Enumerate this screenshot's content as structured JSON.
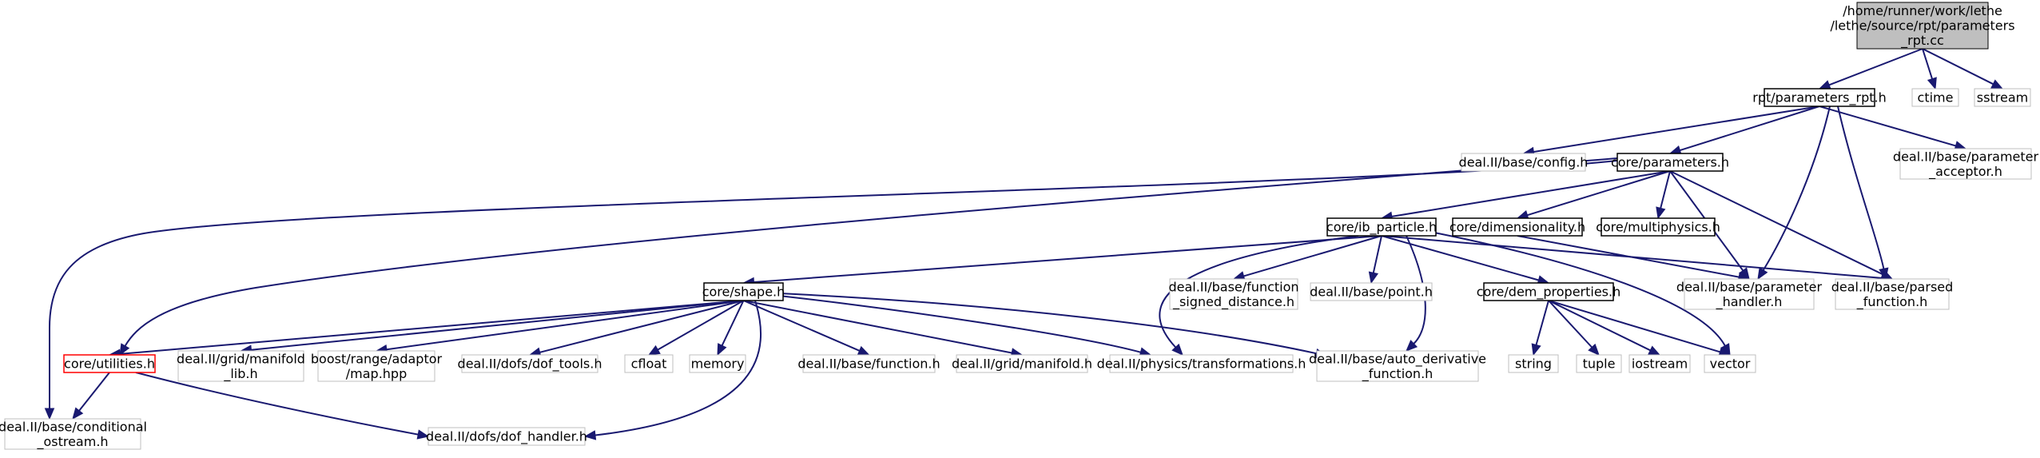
{
  "colors": {
    "edge": "#191970",
    "box_root_fill": "#bfbfbf",
    "box_documented_border": "#000000",
    "box_undocumented_border": "#bfbfbf",
    "box_highlight_border": "#ff0000",
    "text": "#000000"
  },
  "nodes": [
    {
      "id": "root",
      "lines": [
        "/home/runner/work/lethe",
        "/lethe/source/rpt/parameters",
        "_rpt.cc"
      ],
      "style": "root"
    },
    {
      "id": "rpt_params",
      "lines": [
        "rpt/parameters_rpt.h"
      ],
      "style": "documented"
    },
    {
      "id": "ctime",
      "lines": [
        "ctime"
      ],
      "style": "undocumented"
    },
    {
      "id": "sstream",
      "lines": [
        "sstream"
      ],
      "style": "undocumented"
    },
    {
      "id": "config",
      "lines": [
        "deal.II/base/config.h"
      ],
      "style": "undocumented"
    },
    {
      "id": "core_params",
      "lines": [
        "core/parameters.h"
      ],
      "style": "documented"
    },
    {
      "id": "param_acceptor",
      "lines": [
        "deal.II/base/parameter",
        "_acceptor.h"
      ],
      "style": "undocumented"
    },
    {
      "id": "ib_particle",
      "lines": [
        "core/ib_particle.h"
      ],
      "style": "documented"
    },
    {
      "id": "dimensionality",
      "lines": [
        "core/dimensionality.h"
      ],
      "style": "documented"
    },
    {
      "id": "multiphysics",
      "lines": [
        "core/multiphysics.h"
      ],
      "style": "documented"
    },
    {
      "id": "param_handler",
      "lines": [
        "deal.II/base/parameter",
        "_handler.h"
      ],
      "style": "undocumented"
    },
    {
      "id": "parsed_function",
      "lines": [
        "deal.II/base/parsed",
        "_function.h"
      ],
      "style": "undocumented"
    },
    {
      "id": "shape",
      "lines": [
        "core/shape.h"
      ],
      "style": "documented"
    },
    {
      "id": "func_sd",
      "lines": [
        "deal.II/base/function",
        "_signed_distance.h"
      ],
      "style": "undocumented"
    },
    {
      "id": "point",
      "lines": [
        "deal.II/base/point.h"
      ],
      "style": "undocumented"
    },
    {
      "id": "dem_props",
      "lines": [
        "core/dem_properties.h"
      ],
      "style": "documented"
    },
    {
      "id": "utilities",
      "lines": [
        "core/utilities.h"
      ],
      "style": "highlight"
    },
    {
      "id": "manifold_lib",
      "lines": [
        "deal.II/grid/manifold",
        "_lib.h"
      ],
      "style": "undocumented"
    },
    {
      "id": "boost_map",
      "lines": [
        "boost/range/adaptor",
        "/map.hpp"
      ],
      "style": "undocumented"
    },
    {
      "id": "dof_tools",
      "lines": [
        "deal.II/dofs/dof_tools.h"
      ],
      "style": "undocumented"
    },
    {
      "id": "cfloat",
      "lines": [
        "cfloat"
      ],
      "style": "undocumented"
    },
    {
      "id": "memory",
      "lines": [
        "memory"
      ],
      "style": "undocumented"
    },
    {
      "id": "function",
      "lines": [
        "deal.II/base/function.h"
      ],
      "style": "undocumented"
    },
    {
      "id": "manifold",
      "lines": [
        "deal.II/grid/manifold.h"
      ],
      "style": "undocumented"
    },
    {
      "id": "transformations",
      "lines": [
        "deal.II/physics/transformations.h"
      ],
      "style": "undocumented"
    },
    {
      "id": "auto_deriv",
      "lines": [
        "deal.II/base/auto_derivative",
        "_function.h"
      ],
      "style": "undocumented"
    },
    {
      "id": "string",
      "lines": [
        "string"
      ],
      "style": "undocumented"
    },
    {
      "id": "tuple",
      "lines": [
        "tuple"
      ],
      "style": "undocumented"
    },
    {
      "id": "iostream",
      "lines": [
        "iostream"
      ],
      "style": "undocumented"
    },
    {
      "id": "vector",
      "lines": [
        "vector"
      ],
      "style": "undocumented"
    },
    {
      "id": "cond_ostream",
      "lines": [
        "deal.II/base/conditional",
        "_ostream.h"
      ],
      "style": "undocumented"
    },
    {
      "id": "dof_handler",
      "lines": [
        "deal.II/dofs/dof_handler.h"
      ],
      "style": "undocumented"
    }
  ],
  "edges": [
    {
      "from": "root",
      "to": "rpt_params"
    },
    {
      "from": "root",
      "to": "ctime"
    },
    {
      "from": "root",
      "to": "sstream"
    },
    {
      "from": "rpt_params",
      "to": "config"
    },
    {
      "from": "rpt_params",
      "to": "core_params"
    },
    {
      "from": "rpt_params",
      "to": "param_acceptor"
    },
    {
      "from": "rpt_params",
      "to": "param_handler"
    },
    {
      "from": "rpt_params",
      "to": "parsed_function"
    },
    {
      "from": "core_params",
      "to": "ib_particle"
    },
    {
      "from": "core_params",
      "to": "dimensionality"
    },
    {
      "from": "core_params",
      "to": "multiphysics"
    },
    {
      "from": "core_params",
      "to": "param_handler"
    },
    {
      "from": "core_params",
      "to": "parsed_function"
    },
    {
      "from": "core_params",
      "to": "utilities"
    },
    {
      "from": "core_params",
      "to": "cond_ostream"
    },
    {
      "from": "dimensionality",
      "to": "param_handler"
    },
    {
      "from": "ib_particle",
      "to": "shape"
    },
    {
      "from": "ib_particle",
      "to": "func_sd"
    },
    {
      "from": "ib_particle",
      "to": "point"
    },
    {
      "from": "ib_particle",
      "to": "dem_props"
    },
    {
      "from": "ib_particle",
      "to": "parsed_function"
    },
    {
      "from": "ib_particle",
      "to": "vector"
    },
    {
      "from": "ib_particle",
      "to": "transformations"
    },
    {
      "from": "ib_particle",
      "to": "auto_deriv"
    },
    {
      "from": "shape",
      "to": "utilities"
    },
    {
      "from": "shape",
      "to": "manifold_lib"
    },
    {
      "from": "shape",
      "to": "boost_map"
    },
    {
      "from": "shape",
      "to": "dof_tools"
    },
    {
      "from": "shape",
      "to": "cfloat"
    },
    {
      "from": "shape",
      "to": "memory"
    },
    {
      "from": "shape",
      "to": "function"
    },
    {
      "from": "shape",
      "to": "manifold"
    },
    {
      "from": "shape",
      "to": "transformations"
    },
    {
      "from": "shape",
      "to": "auto_deriv"
    },
    {
      "from": "shape",
      "to": "dof_handler"
    },
    {
      "from": "dem_props",
      "to": "string"
    },
    {
      "from": "dem_props",
      "to": "tuple"
    },
    {
      "from": "dem_props",
      "to": "iostream"
    },
    {
      "from": "dem_props",
      "to": "vector"
    },
    {
      "from": "utilities",
      "to": "cond_ostream"
    },
    {
      "from": "utilities",
      "to": "dof_handler"
    }
  ]
}
